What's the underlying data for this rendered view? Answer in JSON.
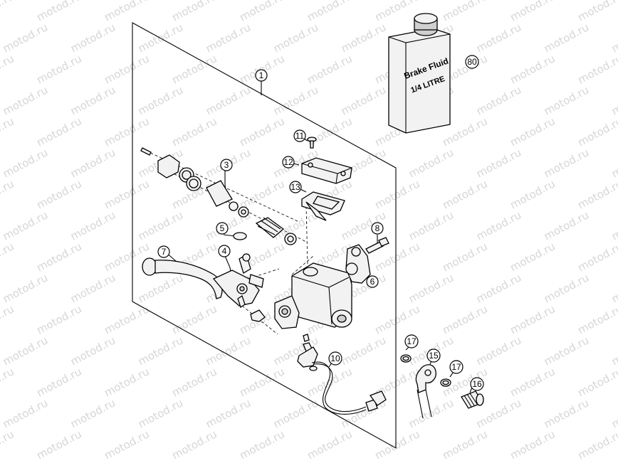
{
  "watermark": {
    "text": "motod.ru"
  },
  "fluid_can": {
    "line1": "Brake Fluid",
    "line2": "1/4 LITRE"
  },
  "callouts": [
    {
      "id": "1",
      "label": "1"
    },
    {
      "id": "3",
      "label": "3"
    },
    {
      "id": "4",
      "label": "4"
    },
    {
      "id": "5",
      "label": "5"
    },
    {
      "id": "6",
      "label": "6"
    },
    {
      "id": "7",
      "label": "7"
    },
    {
      "id": "8",
      "label": "8"
    },
    {
      "id": "10",
      "label": "10"
    },
    {
      "id": "11",
      "label": "11"
    },
    {
      "id": "12",
      "label": "12"
    },
    {
      "id": "13",
      "label": "13"
    },
    {
      "id": "15",
      "label": "15"
    },
    {
      "id": "16",
      "label": "16"
    },
    {
      "id": "17a",
      "label": "17"
    },
    {
      "id": "17b",
      "label": "17"
    },
    {
      "id": "80",
      "label": "80"
    }
  ]
}
